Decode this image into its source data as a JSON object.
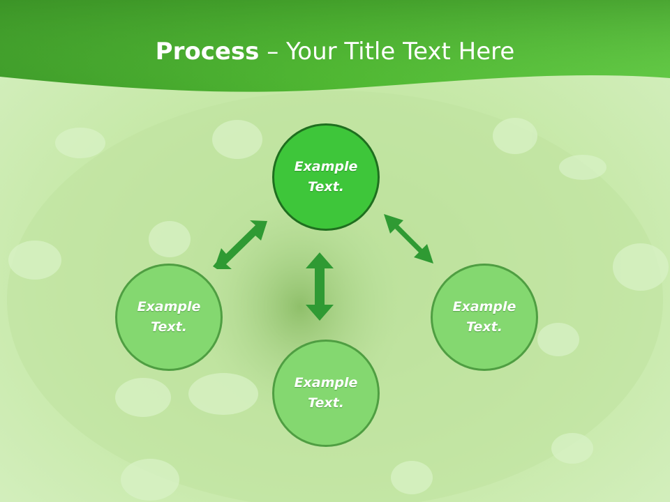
{
  "title": {
    "bold": "Process",
    "dash": " – ",
    "rest": "Your Title Text Here"
  },
  "nodes": {
    "main": "Example\nText.",
    "left": "Example\nText.",
    "bottom": "Example\nText.",
    "right": "Example\nText."
  },
  "colors": {
    "header_dark": "#3f9a2b",
    "header_light": "#5fc83f",
    "main_fill": "#3ec63a",
    "main_border": "#1f6f1f",
    "secondary_fill": "#84d870",
    "secondary_border": "#4f9e42",
    "arrow": "#2f9a33"
  }
}
